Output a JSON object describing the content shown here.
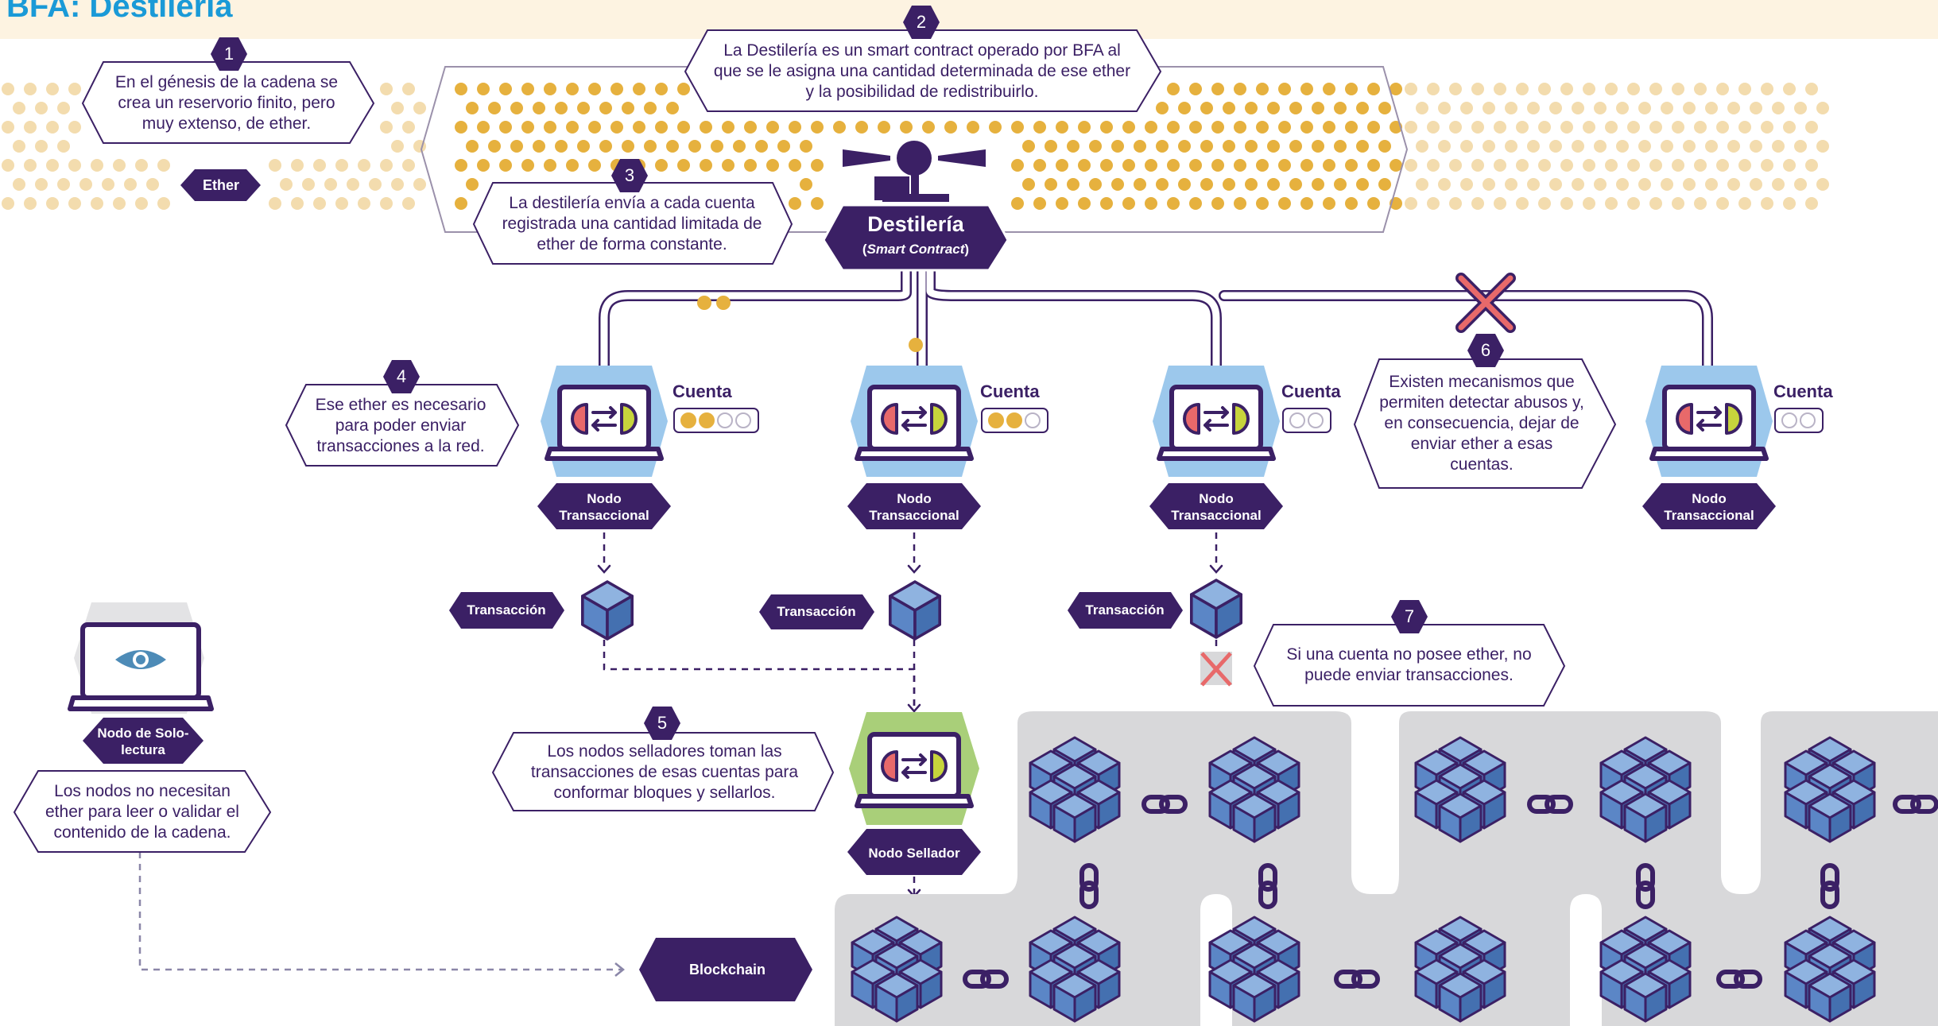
{
  "title": "BFA: Destilería",
  "colors": {
    "purple": "#3b2065",
    "gold": "#e6b13e",
    "gold_light": "#f3dcae",
    "title_blue": "#1a9ad7",
    "cube_blue": "#5b86c6",
    "sky": "#9cc8ec",
    "green": "#a9cf79",
    "red": "#e8696a",
    "grey_chain": "#d8d8da"
  },
  "steps": [
    {
      "number": "1",
      "text": "En el génesis de la cadena se crea un reservorio finito, pero muy extenso, de ether."
    },
    {
      "number": "2",
      "text": "La Destilería es un smart contract operado por BFA al que se le asigna una cantidad determinada de ese ether y la posibilidad de redistribuirlo."
    },
    {
      "number": "3",
      "text": "La destilería envía a cada cuenta registrada una cantidad limitada de ether de forma constante."
    },
    {
      "number": "4",
      "text": "Ese ether es necesario para poder enviar transacciones a la red."
    },
    {
      "number": "5",
      "text": "Los nodos selladores toman las transacciones de esas cuentas para conformar bloques y sellarlos."
    },
    {
      "number": "6",
      "text": "Existen mecanismos que permiten detectar abusos y, en consecuencia, dejar de enviar ether a esas cuentas."
    },
    {
      "number": "7",
      "text": "Si una cuenta no posee ether, no puede enviar transacciones."
    }
  ],
  "ether_label": "Ether",
  "distillery": {
    "name": "Destilería",
    "subtitle": "Smart Contract"
  },
  "account_label": "Cuenta",
  "node_transactional": "Nodo Transaccional",
  "transaction_label": "Transacción",
  "node_readonly": "Nodo de Solo-lectura",
  "readonly_note": "Los nodos no necesitan ether para leer o validar el contenido de la cadena.",
  "node_sealer": "Nodo Sellador",
  "blockchain_label": "Blockchain",
  "accounts": [
    {
      "ether_level": 2,
      "capacity": 4
    },
    {
      "ether_level": 2,
      "capacity": 3
    },
    {
      "ether_level": 0,
      "capacity": 2
    },
    {
      "ether_level": 0,
      "capacity": 2
    }
  ]
}
